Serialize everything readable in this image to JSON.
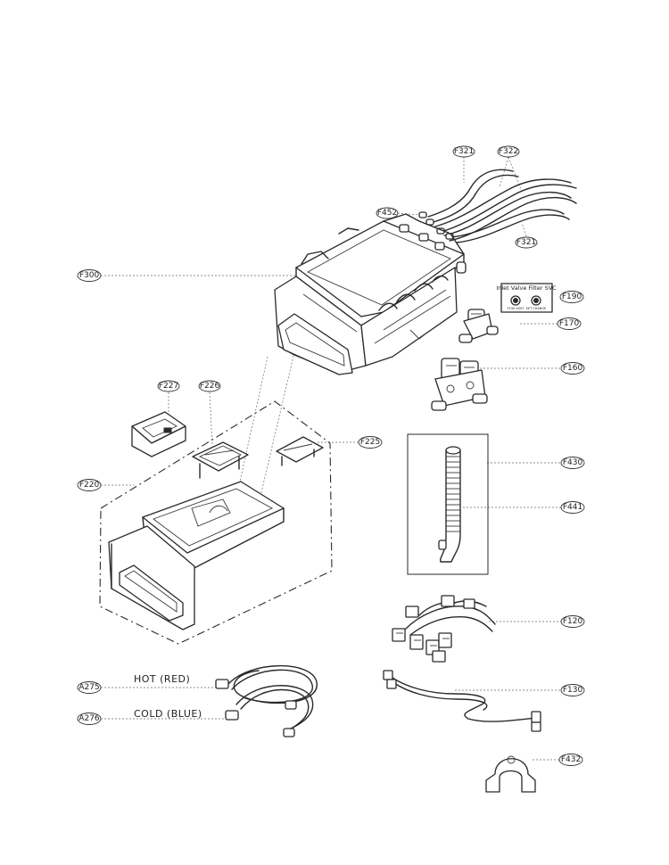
{
  "callouts": {
    "f321_top": "F321",
    "f322": "F322",
    "f452": "F452",
    "f321_bottom": "F321",
    "f300": "F300",
    "f190": "F190",
    "f170": "F170",
    "f160": "F160",
    "f227": "F227",
    "f226": "F226",
    "f225": "F225",
    "f220": "F220",
    "f430": "F430",
    "f441": "F441",
    "f120": "F120",
    "f130": "F130",
    "f432": "F432",
    "a275": "A275",
    "a276": "A276"
  },
  "hose_labels": {
    "hot": "HOT (RED)",
    "cold": "COLD (BLUE)"
  },
  "filter_card": {
    "title": "Inlet Valve Filter SVC",
    "caption_left": "F190 ASSY",
    "caption_right": "SET CHANGE"
  }
}
